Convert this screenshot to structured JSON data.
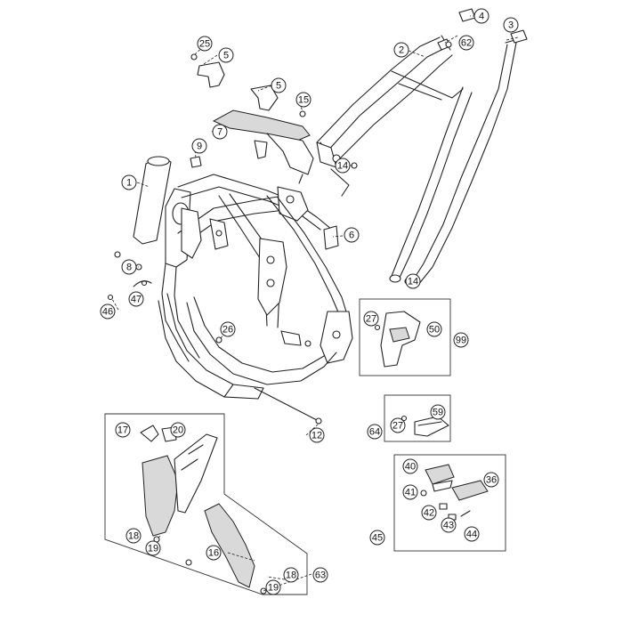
{
  "callouts": [
    {
      "id": "c1",
      "label": "1"
    },
    {
      "id": "c2",
      "label": "2"
    },
    {
      "id": "c3",
      "label": "3"
    },
    {
      "id": "c4",
      "label": "4"
    },
    {
      "id": "c5a",
      "label": "5"
    },
    {
      "id": "c5b",
      "label": "5"
    },
    {
      "id": "c6",
      "label": "6"
    },
    {
      "id": "c7",
      "label": "7"
    },
    {
      "id": "c8",
      "label": "8"
    },
    {
      "id": "c9",
      "label": "9"
    },
    {
      "id": "c12",
      "label": "12"
    },
    {
      "id": "c14a",
      "label": "14"
    },
    {
      "id": "c14b",
      "label": "14"
    },
    {
      "id": "c15",
      "label": "15"
    },
    {
      "id": "c16",
      "label": "16"
    },
    {
      "id": "c17",
      "label": "17"
    },
    {
      "id": "c18a",
      "label": "18"
    },
    {
      "id": "c18b",
      "label": "18"
    },
    {
      "id": "c19a",
      "label": "19"
    },
    {
      "id": "c19b",
      "label": "19"
    },
    {
      "id": "c20",
      "label": "20"
    },
    {
      "id": "c25",
      "label": "25"
    },
    {
      "id": "c26",
      "label": "26"
    },
    {
      "id": "c27a",
      "label": "27"
    },
    {
      "id": "c27b",
      "label": "27"
    },
    {
      "id": "c36",
      "label": "36"
    },
    {
      "id": "c40",
      "label": "40"
    },
    {
      "id": "c41",
      "label": "41"
    },
    {
      "id": "c42",
      "label": "42"
    },
    {
      "id": "c43",
      "label": "43"
    },
    {
      "id": "c44",
      "label": "44"
    },
    {
      "id": "c45",
      "label": "45"
    },
    {
      "id": "c46",
      "label": "46"
    },
    {
      "id": "c47",
      "label": "47"
    },
    {
      "id": "c50",
      "label": "50"
    },
    {
      "id": "c59",
      "label": "59"
    },
    {
      "id": "c62",
      "label": "62"
    },
    {
      "id": "c63",
      "label": "63"
    },
    {
      "id": "c64",
      "label": "64"
    },
    {
      "id": "c99",
      "label": "99"
    }
  ]
}
